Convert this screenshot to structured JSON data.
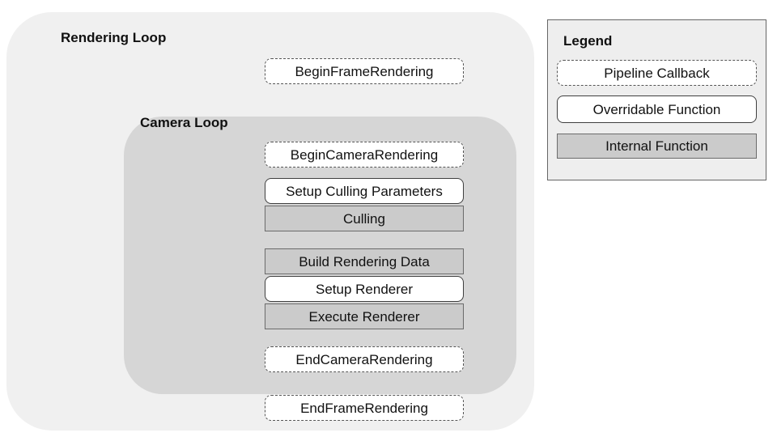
{
  "diagram": {
    "rendering_loop_label": "Rendering Loop",
    "camera_loop_label": "Camera Loop",
    "nodes": [
      {
        "id": "begin-frame-rendering",
        "label": "BeginFrameRendering",
        "type": "pipeline-callback"
      },
      {
        "id": "begin-camera-rendering",
        "label": "BeginCameraRendering",
        "type": "pipeline-callback"
      },
      {
        "id": "setup-culling-parameters",
        "label": "Setup Culling Parameters",
        "type": "overridable-function"
      },
      {
        "id": "culling",
        "label": "Culling",
        "type": "internal-function"
      },
      {
        "id": "build-rendering-data",
        "label": "Build Rendering Data",
        "type": "internal-function"
      },
      {
        "id": "setup-renderer",
        "label": "Setup Renderer",
        "type": "overridable-function"
      },
      {
        "id": "execute-renderer",
        "label": "Execute Renderer",
        "type": "internal-function"
      },
      {
        "id": "end-camera-rendering",
        "label": "EndCameraRendering",
        "type": "pipeline-callback"
      },
      {
        "id": "end-frame-rendering",
        "label": "EndFrameRendering",
        "type": "pipeline-callback"
      }
    ]
  },
  "legend": {
    "title": "Legend",
    "items": [
      {
        "label": "Pipeline Callback",
        "type": "pipeline-callback"
      },
      {
        "label": "Overridable Function",
        "type": "overridable-function"
      },
      {
        "label": "Internal Function",
        "type": "internal-function"
      }
    ]
  },
  "colors": {
    "rendering_loop_bg": "#f0f0f0",
    "camera_loop_bg": "#d6d6d6",
    "internal_function_bg": "#cbcbcb",
    "white_box_bg": "#ffffff",
    "legend_bg": "#eeeeee",
    "dashed_border": "#555555",
    "solid_border": "#3f3f3f",
    "gray_border": "#6b6b6b",
    "text": "#111111"
  }
}
